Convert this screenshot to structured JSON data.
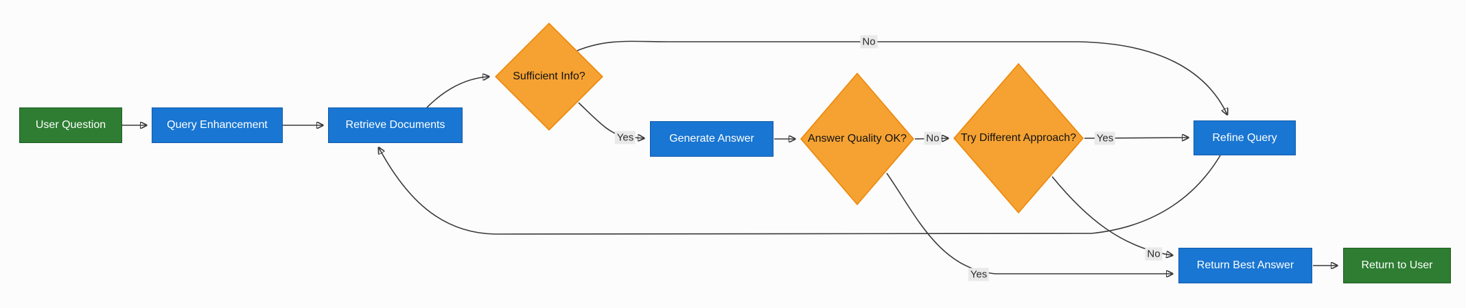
{
  "diagram": {
    "type": "flowchart",
    "direction": "left-to-right",
    "nodes": [
      {
        "id": "user_question",
        "label": "User Question",
        "shape": "rectangle",
        "kind": "terminal"
      },
      {
        "id": "query_enhancement",
        "label": "Query Enhancement",
        "shape": "rectangle",
        "kind": "process"
      },
      {
        "id": "retrieve_documents",
        "label": "Retrieve Documents",
        "shape": "rectangle",
        "kind": "process"
      },
      {
        "id": "sufficient_info",
        "label": "Sufficient Info?",
        "shape": "diamond",
        "kind": "decision"
      },
      {
        "id": "generate_answer",
        "label": "Generate Answer",
        "shape": "rectangle",
        "kind": "process"
      },
      {
        "id": "answer_quality",
        "label": "Answer Quality OK?",
        "shape": "diamond",
        "kind": "decision"
      },
      {
        "id": "try_different",
        "label": "Try Different Approach?",
        "shape": "diamond",
        "kind": "decision"
      },
      {
        "id": "refine_query",
        "label": "Refine Query",
        "shape": "rectangle",
        "kind": "process"
      },
      {
        "id": "return_best",
        "label": "Return Best Answer",
        "shape": "rectangle",
        "kind": "process"
      },
      {
        "id": "return_to_user",
        "label": "Return to User",
        "shape": "rectangle",
        "kind": "terminal"
      }
    ],
    "edges": [
      {
        "from": "user_question",
        "to": "query_enhancement",
        "label": ""
      },
      {
        "from": "query_enhancement",
        "to": "retrieve_documents",
        "label": ""
      },
      {
        "from": "retrieve_documents",
        "to": "sufficient_info",
        "label": ""
      },
      {
        "from": "sufficient_info",
        "to": "refine_query",
        "label": "No"
      },
      {
        "from": "sufficient_info",
        "to": "generate_answer",
        "label": "Yes"
      },
      {
        "from": "generate_answer",
        "to": "answer_quality",
        "label": ""
      },
      {
        "from": "answer_quality",
        "to": "try_different",
        "label": "No"
      },
      {
        "from": "answer_quality",
        "to": "return_best",
        "label": "Yes"
      },
      {
        "from": "try_different",
        "to": "refine_query",
        "label": "Yes"
      },
      {
        "from": "try_different",
        "to": "return_best",
        "label": "No"
      },
      {
        "from": "refine_query",
        "to": "retrieve_documents",
        "label": ""
      },
      {
        "from": "return_best",
        "to": "return_to_user",
        "label": ""
      }
    ],
    "colors": {
      "canvas_bg": "#fcfcfc",
      "terminal_fill": "#2e7d32",
      "terminal_stroke": "#1c5c21",
      "process_fill": "#1976d2",
      "process_stroke": "#1259a9",
      "decision_fill": "#f5a233",
      "decision_stroke": "#ee8a0d",
      "edge_color": "#383838",
      "label_bg": "#e9e9e9",
      "label_text": "#2b2b2b",
      "node_text_light": "#ffffff",
      "node_text_dark": "#111111"
    }
  }
}
